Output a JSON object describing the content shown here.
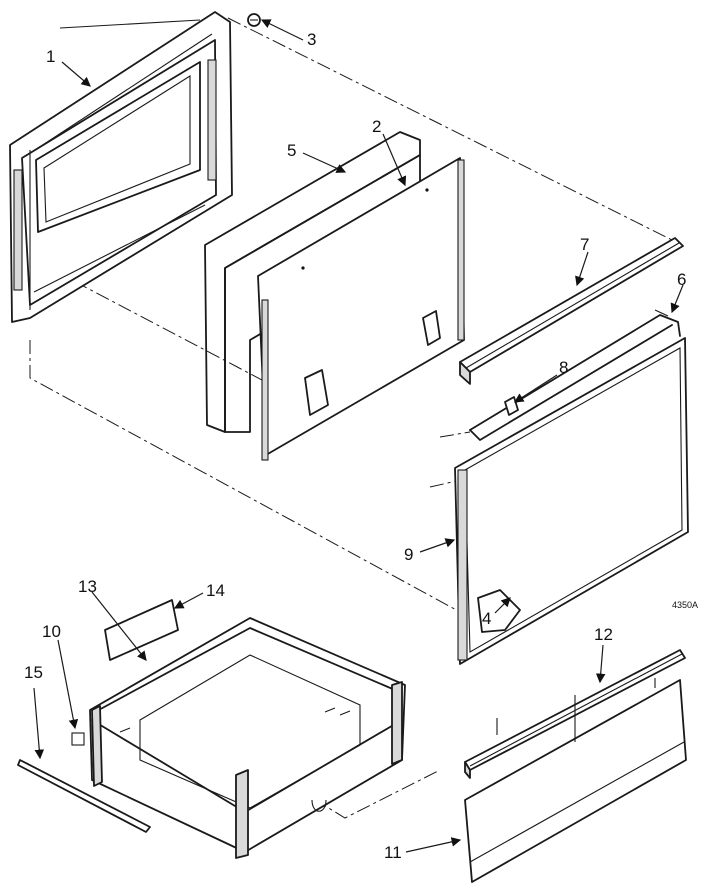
{
  "diagram": {
    "drawing_code": "4350A",
    "callouts": [
      {
        "id": "c1",
        "label": "1"
      },
      {
        "id": "c2",
        "label": "2"
      },
      {
        "id": "c3",
        "label": "3"
      },
      {
        "id": "c4",
        "label": "4"
      },
      {
        "id": "c5",
        "label": "5"
      },
      {
        "id": "c6",
        "label": "6"
      },
      {
        "id": "c7",
        "label": "7"
      },
      {
        "id": "c8",
        "label": "8"
      },
      {
        "id": "c9",
        "label": "9"
      },
      {
        "id": "c10",
        "label": "10"
      },
      {
        "id": "c11",
        "label": "11"
      },
      {
        "id": "c12",
        "label": "12"
      },
      {
        "id": "c13",
        "label": "13"
      },
      {
        "id": "c14",
        "label": "14"
      },
      {
        "id": "c15",
        "label": "15"
      }
    ]
  }
}
